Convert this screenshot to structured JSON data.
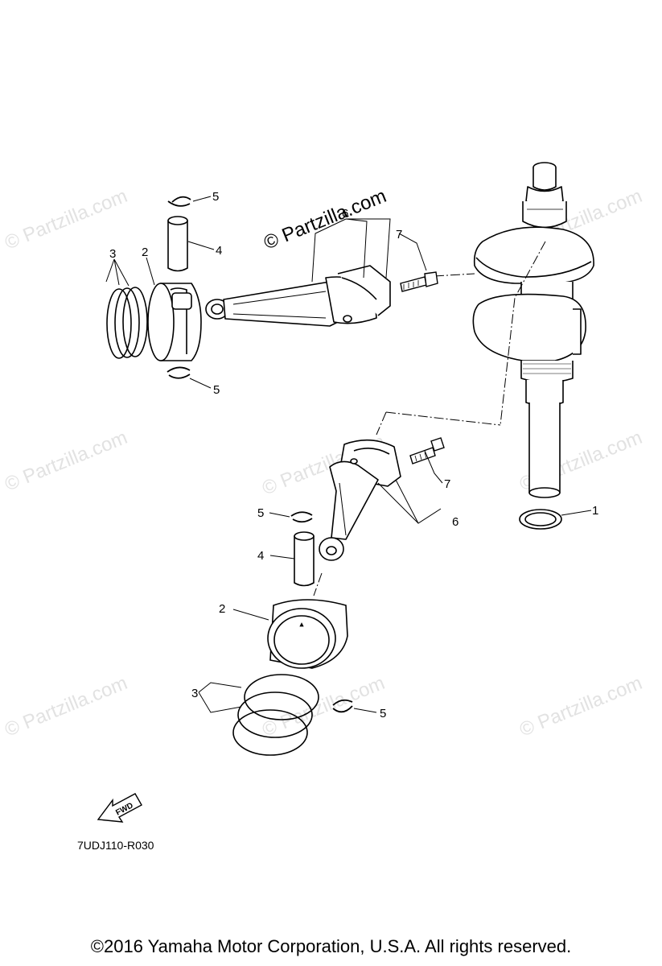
{
  "watermark": {
    "text": "© Partzilla.com"
  },
  "brand_watermark": {
    "text": "© Partzilla.com"
  },
  "labels": {
    "upper": {
      "crankshaft_bearing": "1",
      "piston": "2",
      "piston_rings": "3",
      "piston_pin": "4",
      "clip_top": "5",
      "clip_bottom": "5",
      "connecting_rod": "6",
      "bolt": "7"
    },
    "lower": {
      "piston": "2",
      "piston_rings": "3",
      "piston_pin": "4",
      "clip_top": "5",
      "clip_bottom": "5",
      "connecting_rod": "6",
      "bolt": "7"
    },
    "crankshaft_bearing": "1"
  },
  "fwd_arrow": {
    "text": "FWD"
  },
  "diagram_code": "7UDJ110-R030",
  "copyright": "©2016  Yamaha Motor Corporation, U.S.A. All rights reserved."
}
